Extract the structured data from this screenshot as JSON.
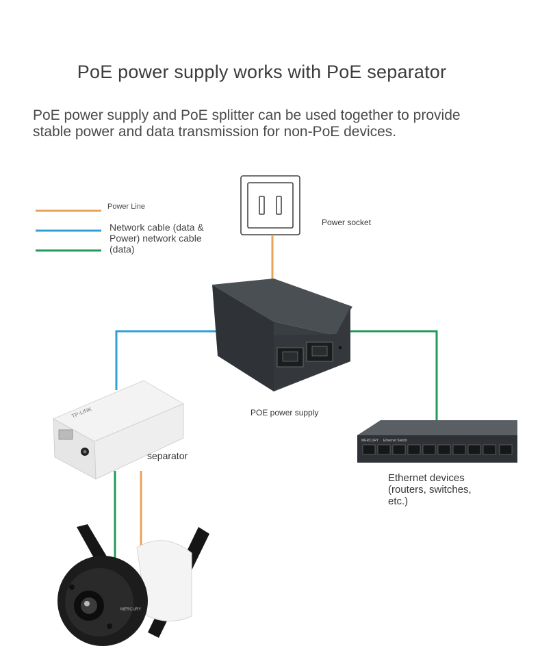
{
  "title": "PoE power supply works with PoE separator",
  "intro": "PoE power supply and PoE splitter can be used together to provide stable power and data transmission for non-PoE devices.",
  "legend": {
    "power_line": "Power Line",
    "network_cable": "Network cable (data & Power) network cable (data)"
  },
  "labels": {
    "power_socket": "Power socket",
    "poe_supply": "POE power supply",
    "separator": "separator",
    "ethernet_devices": "Ethernet devices (routers, switches, etc.)"
  },
  "device_text": {
    "splitter_brand": "TP-LINK",
    "switch_brand": "MERCURY",
    "switch_model": "Ethernet Switch",
    "camera_brand": "MERCURY"
  },
  "colors": {
    "power": "#e8a25a",
    "network_poe": "#2f9fd6",
    "network_data": "#1f9a5a"
  }
}
